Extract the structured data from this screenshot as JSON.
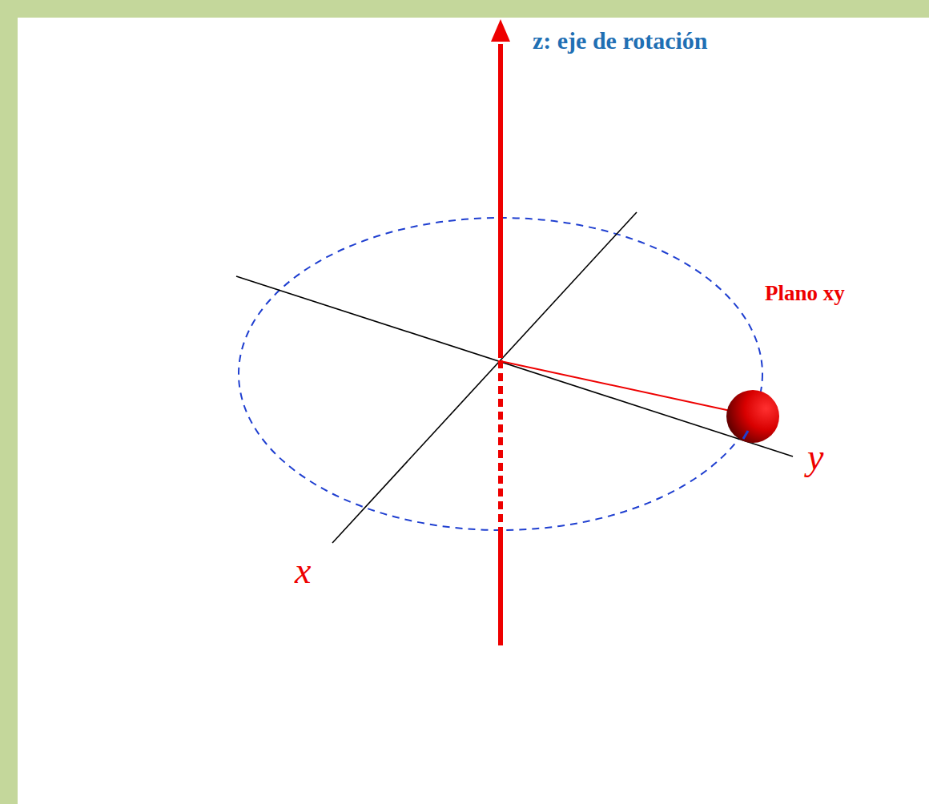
{
  "diagram": {
    "labels": [
      "z: eje de rotación",
      "Plano xy",
      "x",
      "y"
    ]
  }
}
